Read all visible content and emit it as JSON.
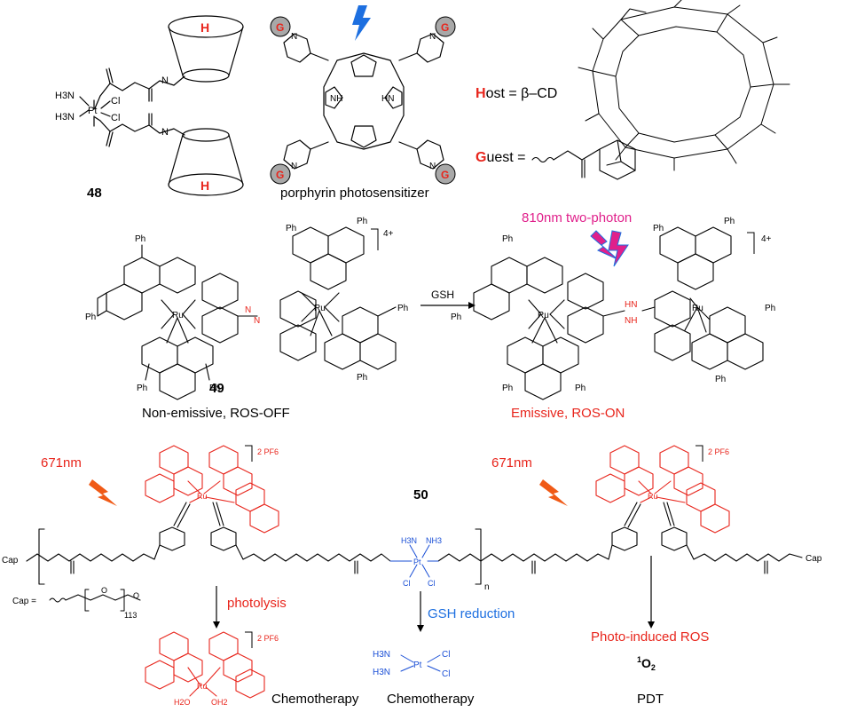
{
  "colors": {
    "black": "#000000",
    "red": "#e8251c",
    "blue": "#1a4fd6",
    "magenta": "#e0208b",
    "bolt_blue": "#1d6fe0",
    "bolt_orange": "#f05a16",
    "sphere": "#a8a8a8"
  },
  "panel_top": {
    "compound_48": {
      "number": "48",
      "host_letter_top": "H",
      "host_letter_bottom": "H",
      "h3n_1": "H3N",
      "h3n_2": "H3N",
      "pt": "Pt",
      "cl_1": "Cl",
      "cl_2": "Cl",
      "nh_1": "N",
      "nh_2": "N"
    },
    "porphyrin": {
      "caption": "porphyrin photosensitizer",
      "guest_letter": "G",
      "nh_inner_1": "NH",
      "nh_inner_2": "HN",
      "n_plus": "N"
    },
    "host_guest": {
      "host_label": "Host = β–CD",
      "guest_label": "Guest ="
    }
  },
  "panel_middle": {
    "compound_49": {
      "number": "49",
      "caption": "Non-emissive, ROS-OFF",
      "charge": "4+",
      "ru": "Ru",
      "ph": "Ph",
      "azo_n": "N",
      "n": "N"
    },
    "arrow_label": "GSH",
    "product": {
      "light_label": "810nm two-photon",
      "caption": "Emissive, ROS-ON",
      "charge": "4+",
      "hn": "HN",
      "nh": "NH"
    }
  },
  "panel_bottom": {
    "compound_number": "50",
    "left_light": "671nm",
    "right_light": "671nm",
    "counterion": "2 PF6",
    "cap_left": "Cap",
    "cap_right": "Cap",
    "cap_def": "Cap =",
    "cap_repeat": "113",
    "subscript_n": "n",
    "pt_center": {
      "h3n": "H3N",
      "nh3": "NH3",
      "pt": "Pt",
      "cl_1": "Cl",
      "cl_2": "Cl"
    },
    "photolysis_label": "photolysis",
    "gsh_label": "GSH reduction",
    "ros_label": "Photo-induced ROS",
    "singlet_oxygen": "1O2",
    "outcome_left": "Chemotherapy",
    "outcome_mid": "Chemotherapy",
    "outcome_right": "PDT",
    "aqua_1": "H2O",
    "aqua_2": "OH2"
  }
}
